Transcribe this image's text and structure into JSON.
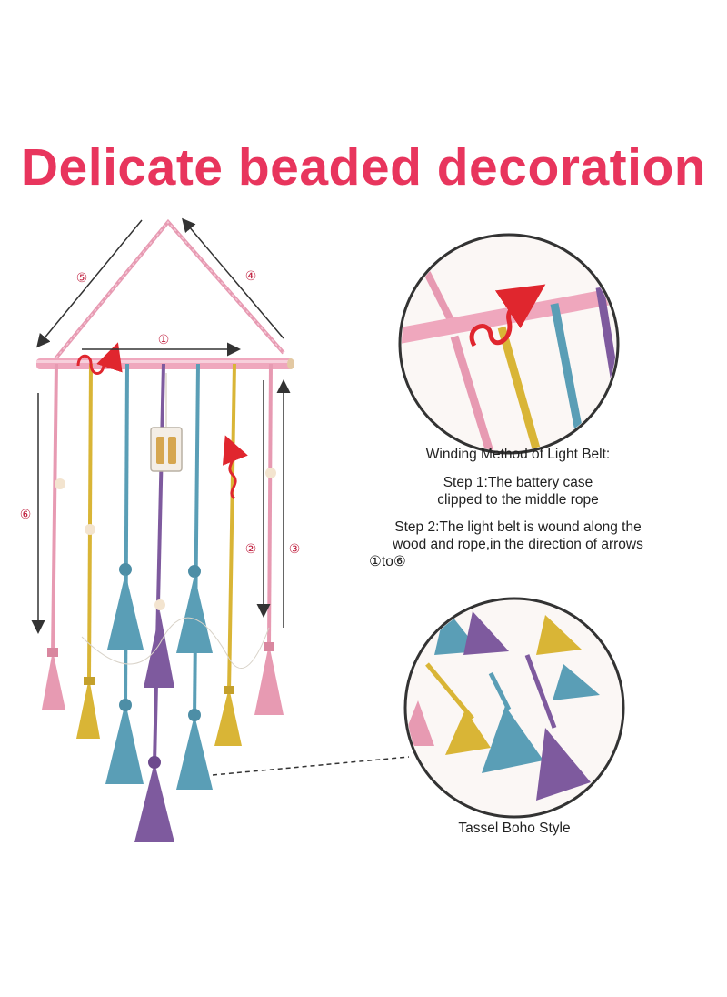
{
  "headline": {
    "text": "Delicate beaded decoration",
    "color": "#e8355d"
  },
  "steps_title": "Winding Method of Light Belt:",
  "step1": {
    "line1": "Step 1:The battery case",
    "line2": "clipped to the middle rope"
  },
  "step2": {
    "line1": "Step 2:The light belt is wound along the",
    "line2": "wood and rope,in the direction of arrows",
    "line3": "①to⑥"
  },
  "tassel_caption": "Tassel Boho Style",
  "measure_marks": {
    "m1": "①",
    "m2": "②",
    "m3": "③",
    "m4": "④",
    "m5": "⑤",
    "m6": "⑥"
  },
  "colors": {
    "pink": "#e79ab2",
    "yellow": "#d9b536",
    "blue": "#5a9eb6",
    "purple": "#7e5a9e",
    "arrow": "#e0262e",
    "mark": "#c0203f",
    "line": "#333333"
  }
}
